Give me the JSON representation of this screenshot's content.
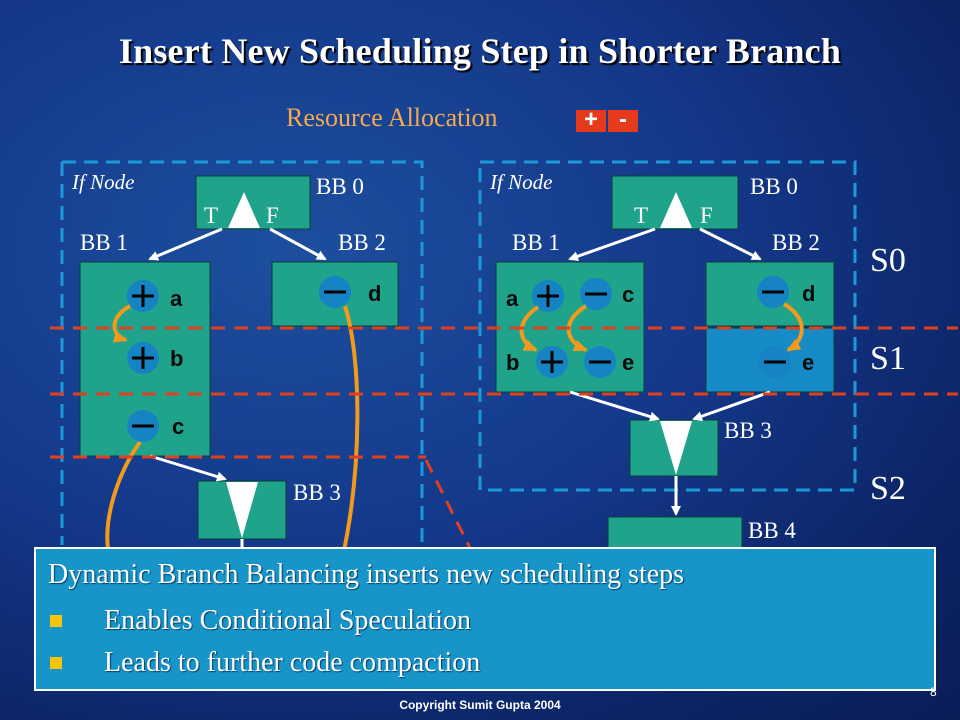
{
  "title": "Insert New Scheduling Step in Shorter Branch",
  "resource_allocation": {
    "label": "Resource Allocation",
    "plus": "+",
    "minus": "-"
  },
  "left": {
    "if_node": "If Node",
    "bb0": "BB 0",
    "bb1": "BB 1",
    "bb2": "BB 2",
    "bb3": "BB 3",
    "t": "T",
    "f": "F",
    "a": "a",
    "b": "b",
    "c": "c",
    "d": "d"
  },
  "right": {
    "if_node": "If Node",
    "bb0": "BB 0",
    "bb1": "BB 1",
    "bb2": "BB 2",
    "bb3": "BB 3",
    "bb4": "BB 4",
    "t": "T",
    "f": "F",
    "a": "a",
    "b": "b",
    "c": "c",
    "d": "d",
    "e1": "e",
    "e2": "e"
  },
  "steps": {
    "s0": "S0",
    "s1": "S1",
    "s2": "S2"
  },
  "note": {
    "heading": "Dynamic Branch Balancing inserts new scheduling steps",
    "bullets": [
      "Enables Conditional Speculation",
      "Leads to further code compaction"
    ]
  },
  "slide_number": "8",
  "copyright": "Copyright Sumit Gupta 2004",
  "colors": {
    "block": "#20a38b",
    "orange": "#f39a1d",
    "red_dash": "#e0401d",
    "blue_dash": "#1a9ad8",
    "new_block": "#168bc6",
    "note_bg": "#1795c8"
  }
}
